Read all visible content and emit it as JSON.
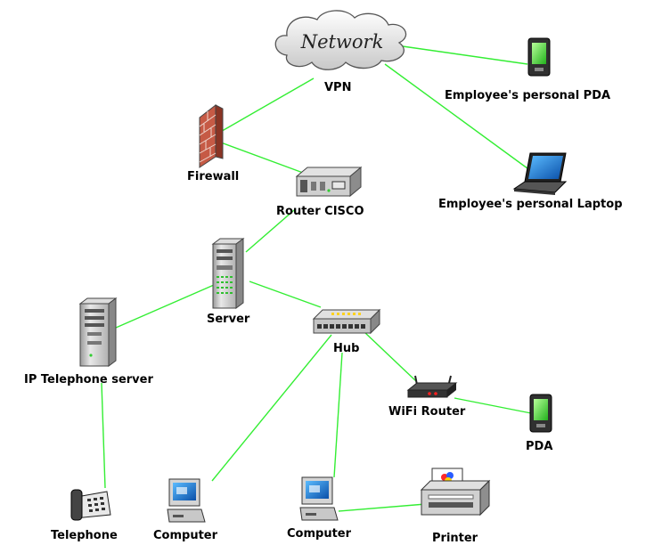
{
  "diagram": {
    "cloud_text": "Network",
    "colors": {
      "link": "#33ee33",
      "firewall_brick": "#c65a45",
      "screen": "#1c7ad9"
    },
    "nodes": {
      "vpn": {
        "label": "VPN",
        "icon": "network-cloud-icon"
      },
      "pda_personal": {
        "label": "Employee's personal PDA",
        "icon": "pda-icon"
      },
      "firewall": {
        "label": "Firewall",
        "icon": "firewall-icon"
      },
      "router_cisco": {
        "label": "Router CISCO",
        "icon": "router-icon"
      },
      "laptop": {
        "label": "Employee's personal Laptop",
        "icon": "laptop-icon"
      },
      "server": {
        "label": "Server",
        "icon": "server-tower-icon"
      },
      "ip_tel_server": {
        "label": "IP Telephone server",
        "icon": "server-tower-icon"
      },
      "hub": {
        "label": "Hub",
        "icon": "hub-icon"
      },
      "wifi_router": {
        "label": "WiFi Router",
        "icon": "wifi-router-icon"
      },
      "pda": {
        "label": "PDA",
        "icon": "pda-icon"
      },
      "telephone": {
        "label": "Telephone",
        "icon": "telephone-icon"
      },
      "computer1": {
        "label": "Computer",
        "icon": "computer-icon"
      },
      "computer2": {
        "label": "Computer",
        "icon": "computer-icon"
      },
      "printer": {
        "label": "Printer",
        "icon": "printer-icon"
      }
    },
    "links": [
      [
        "vpn",
        "firewall"
      ],
      [
        "vpn",
        "pda_personal"
      ],
      [
        "vpn",
        "laptop"
      ],
      [
        "firewall",
        "router_cisco"
      ],
      [
        "router_cisco",
        "server"
      ],
      [
        "server",
        "ip_tel_server"
      ],
      [
        "server",
        "hub"
      ],
      [
        "ip_tel_server",
        "telephone"
      ],
      [
        "hub",
        "computer1"
      ],
      [
        "hub",
        "computer2"
      ],
      [
        "hub",
        "wifi_router"
      ],
      [
        "wifi_router",
        "pda"
      ],
      [
        "computer2",
        "printer"
      ]
    ]
  }
}
